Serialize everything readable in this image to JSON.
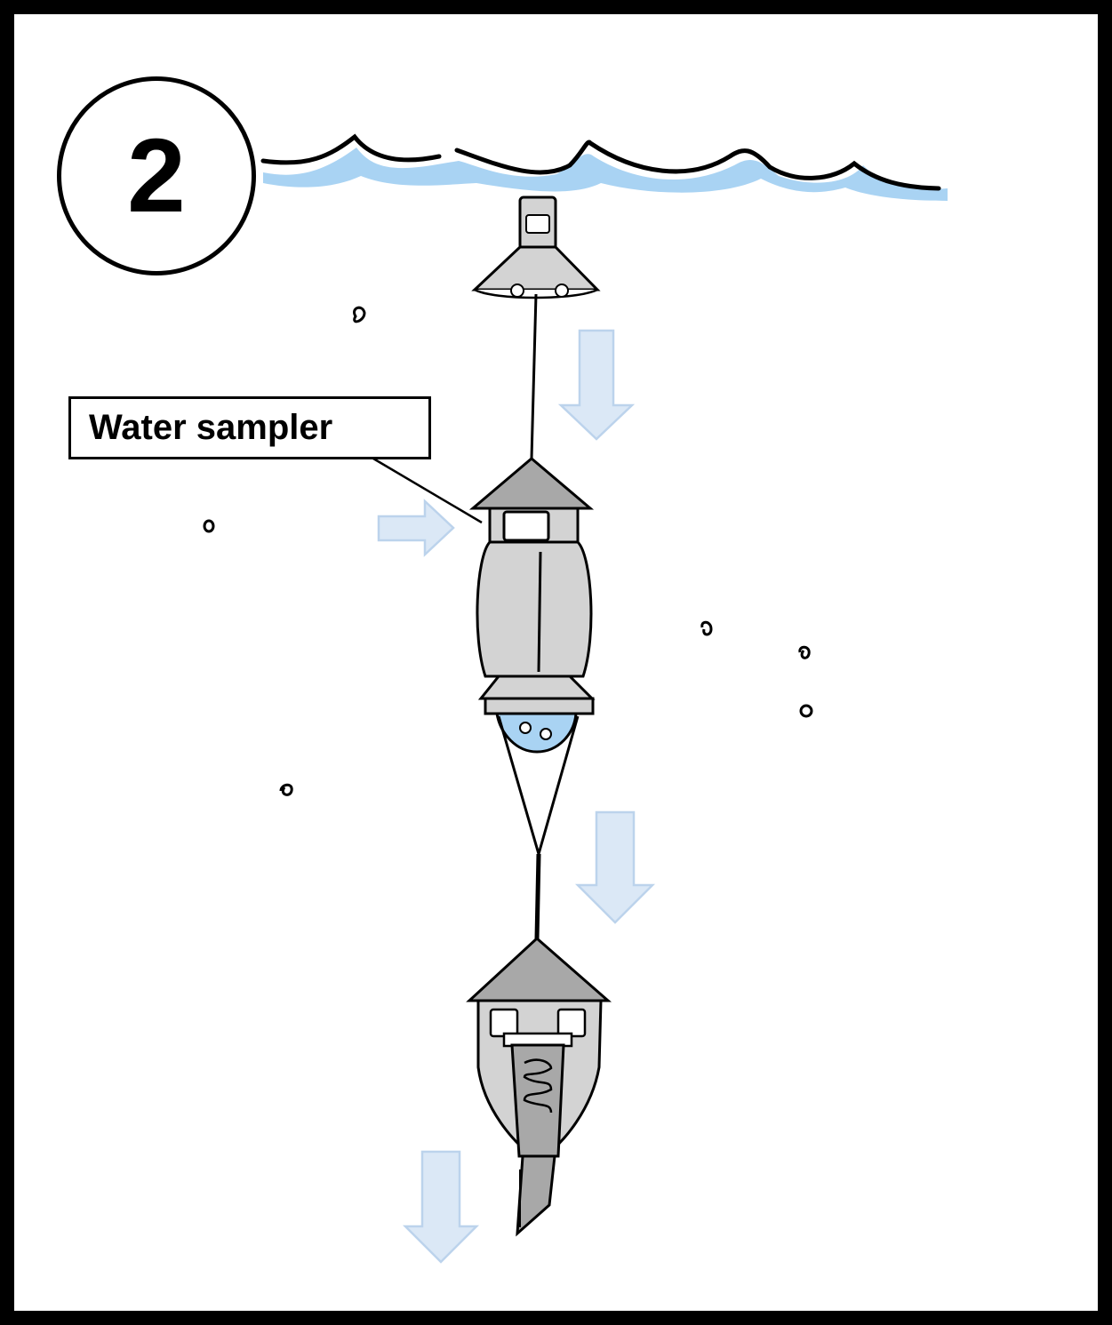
{
  "step": {
    "number": "2"
  },
  "labels": {
    "water_sampler": "Water sampler"
  },
  "colors": {
    "water": "#a9d3f3",
    "arrow_fill": "#dbe8f6",
    "arrow_stroke": "#bcd3ec",
    "device": "#d3d3d3",
    "ink": "#000000"
  },
  "arrows": {
    "direction": "down",
    "inflow_direction": "right"
  }
}
